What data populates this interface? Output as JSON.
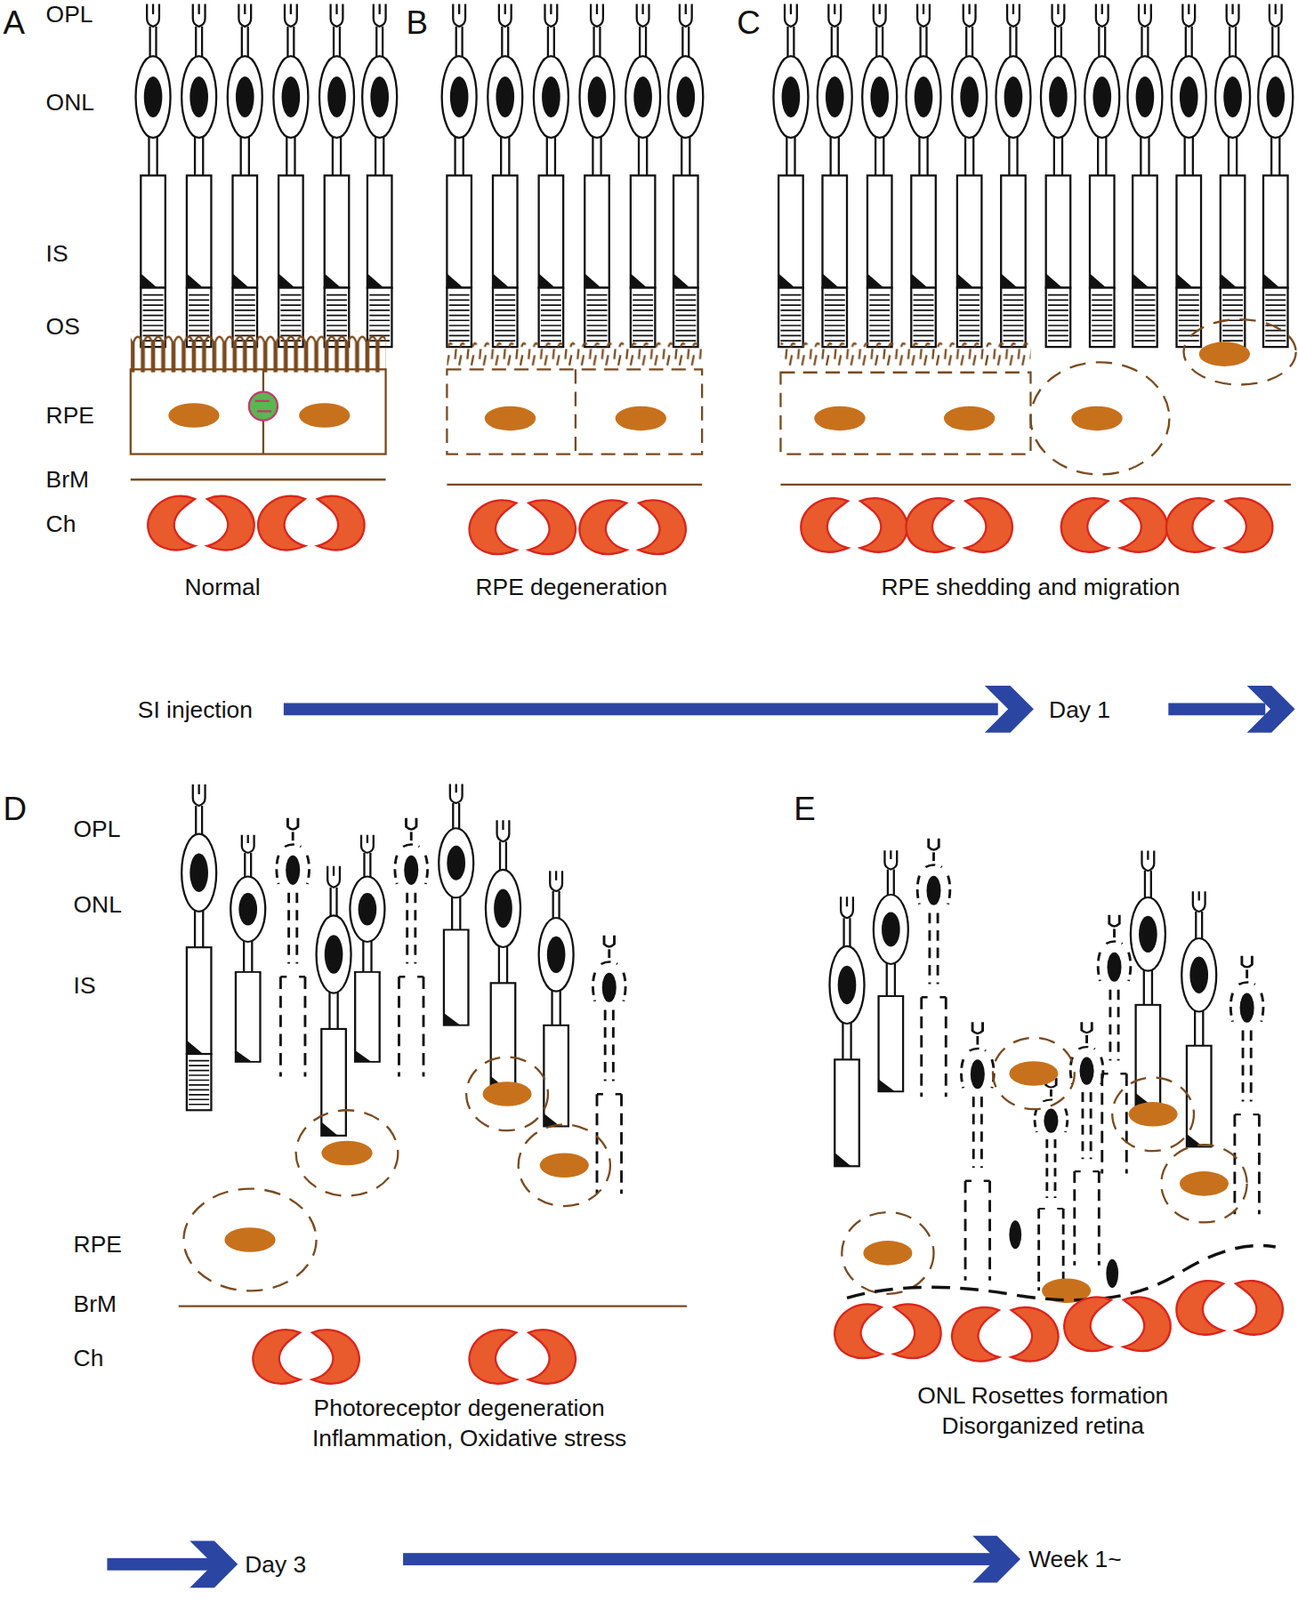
{
  "diagram": {
    "labels": [
      "A",
      "OPL",
      "ONL",
      "IS",
      "OS",
      "RPE",
      "BrM",
      "Ch",
      "B",
      "C",
      "Normal",
      "RPE degeneration",
      "RPE shedding and migration",
      "SI injection",
      "Day 1",
      "D",
      "OPL",
      "ONL",
      "IS",
      "RPE",
      "BrM",
      "Ch",
      "E",
      "Photoreceptor degeneration",
      "Inflammation, Oxidative stress",
      "Day 3",
      "ONL Rosettes formation",
      "Disorganized retina",
      "Week 1~"
    ]
  }
}
